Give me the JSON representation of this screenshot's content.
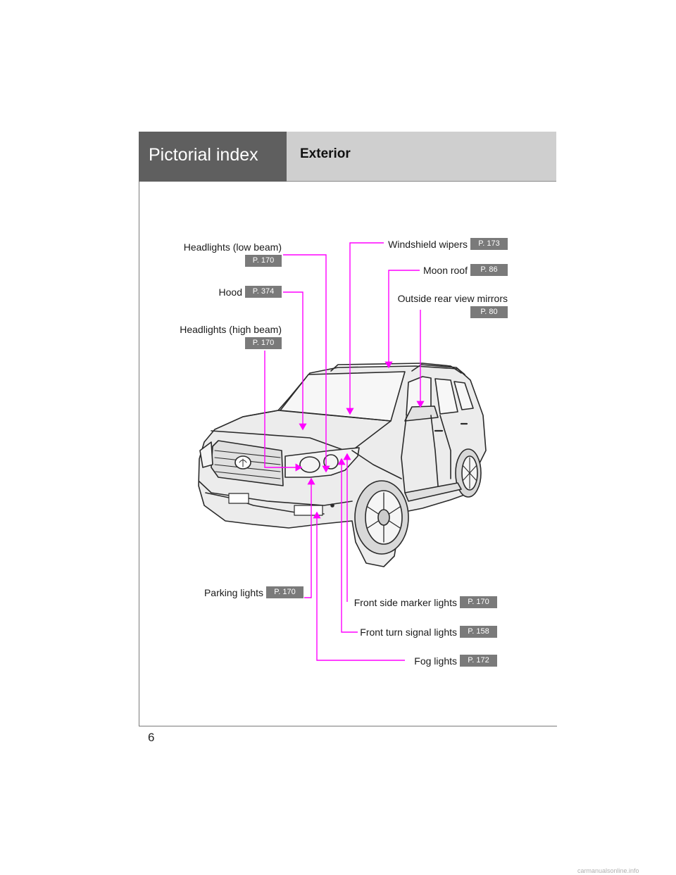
{
  "header": {
    "section": "Pictorial index",
    "title": "Exterior"
  },
  "labels": {
    "headlights_low": {
      "text": "Headlights (low beam)",
      "page": "P. 170"
    },
    "hood": {
      "text": "Hood",
      "page": "P. 374"
    },
    "headlights_high": {
      "text": "Headlights (high beam)",
      "page": "P. 170"
    },
    "windshield_wipers": {
      "text": "Windshield wipers",
      "page": "P. 173"
    },
    "moon_roof": {
      "text": "Moon roof",
      "page": "P. 86"
    },
    "mirrors": {
      "text": "Outside rear view mirrors",
      "page": "P. 80"
    },
    "parking_lights": {
      "text": "Parking lights",
      "page": "P. 170"
    },
    "side_marker": {
      "text": "Front side marker lights",
      "page": "P. 170"
    },
    "turn_signal": {
      "text": "Front turn signal lights",
      "page": "P. 158"
    },
    "fog_lights": {
      "text": "Fog lights",
      "page": "P. 172"
    }
  },
  "footer": {
    "page_number": "6",
    "watermark": "carmanualsonline.info"
  },
  "colors": {
    "leader": "#ff00ff",
    "tab_dark": "#5f5f5f",
    "tab_light": "#cfcfcf",
    "badge": "#7a7a7a"
  }
}
